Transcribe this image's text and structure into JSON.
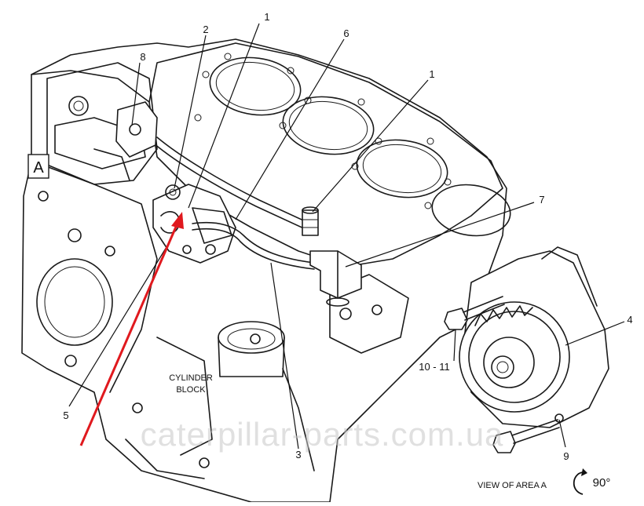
{
  "diagram": {
    "area_marker": "A",
    "block_label_line1": "CYLINDER",
    "block_label_line2": "BLOCK",
    "view_caption": "VIEW OF AREA  A",
    "rotation_label": "90°",
    "watermark": "caterpillar-parts.com.ua",
    "callouts": {
      "c1a": "1",
      "c1b": "1",
      "c2": "2",
      "c3": "3",
      "c4": "4",
      "c5": "5",
      "c6": "6",
      "c7": "7",
      "c8": "8",
      "c9": "9",
      "c10_11": "10 - 11"
    },
    "highlight_color": "#e0191e"
  }
}
